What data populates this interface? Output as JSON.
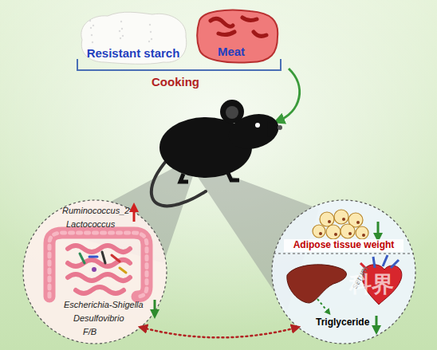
{
  "diagram": {
    "nodes": [
      {
        "text": [
          "Resistant starch"
        ]
      },
      {
        "text": [
          "Meat"
        ]
      },
      {
        "text": [
          "Ruminococcus_2",
          "Lactococcus",
          "Escherichia-Shigella",
          "Desulfovibrio",
          "F/B"
        ]
      },
      {
        "text": [
          "Adipose tissue weight",
          "serum",
          "Triglyceride"
        ]
      }
    ],
    "edges": [
      {
        "from": 2,
        "to": 3,
        "arrow": "both"
      }
    ],
    "labels": [
      "Cooking",
      "科界"
    ]
  }
}
